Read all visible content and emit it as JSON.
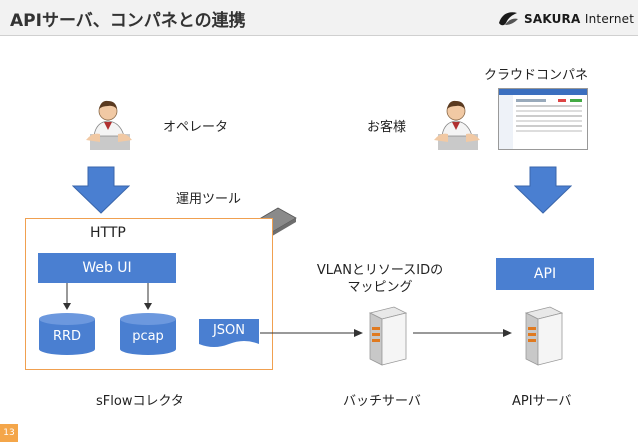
{
  "header": {
    "title": "APIサーバ、コンパネとの連携",
    "logo_brand": "SAKURA",
    "logo_suffix": "Internet"
  },
  "actors": {
    "operator": "オペレータ",
    "customer": "お客様",
    "control_panel": "クラウドコンパネ",
    "ops_tool": "運用ツール"
  },
  "collector": {
    "protocol": "HTTP",
    "web_ui": "Web UI",
    "rrd": "RRD",
    "pcap": "pcap",
    "json": "JSON",
    "name": "sFlowコレクタ"
  },
  "batch": {
    "mapping_line1": "VLANとリソースIDの",
    "mapping_line2": "マッピング",
    "server": "バッチサーバ"
  },
  "api": {
    "label": "API",
    "server": "APIサーバ"
  },
  "page_number": "13",
  "colors": {
    "blue": "#4a7fd1",
    "orange_border": "#f0a050",
    "page_badge": "#f4a64a"
  }
}
